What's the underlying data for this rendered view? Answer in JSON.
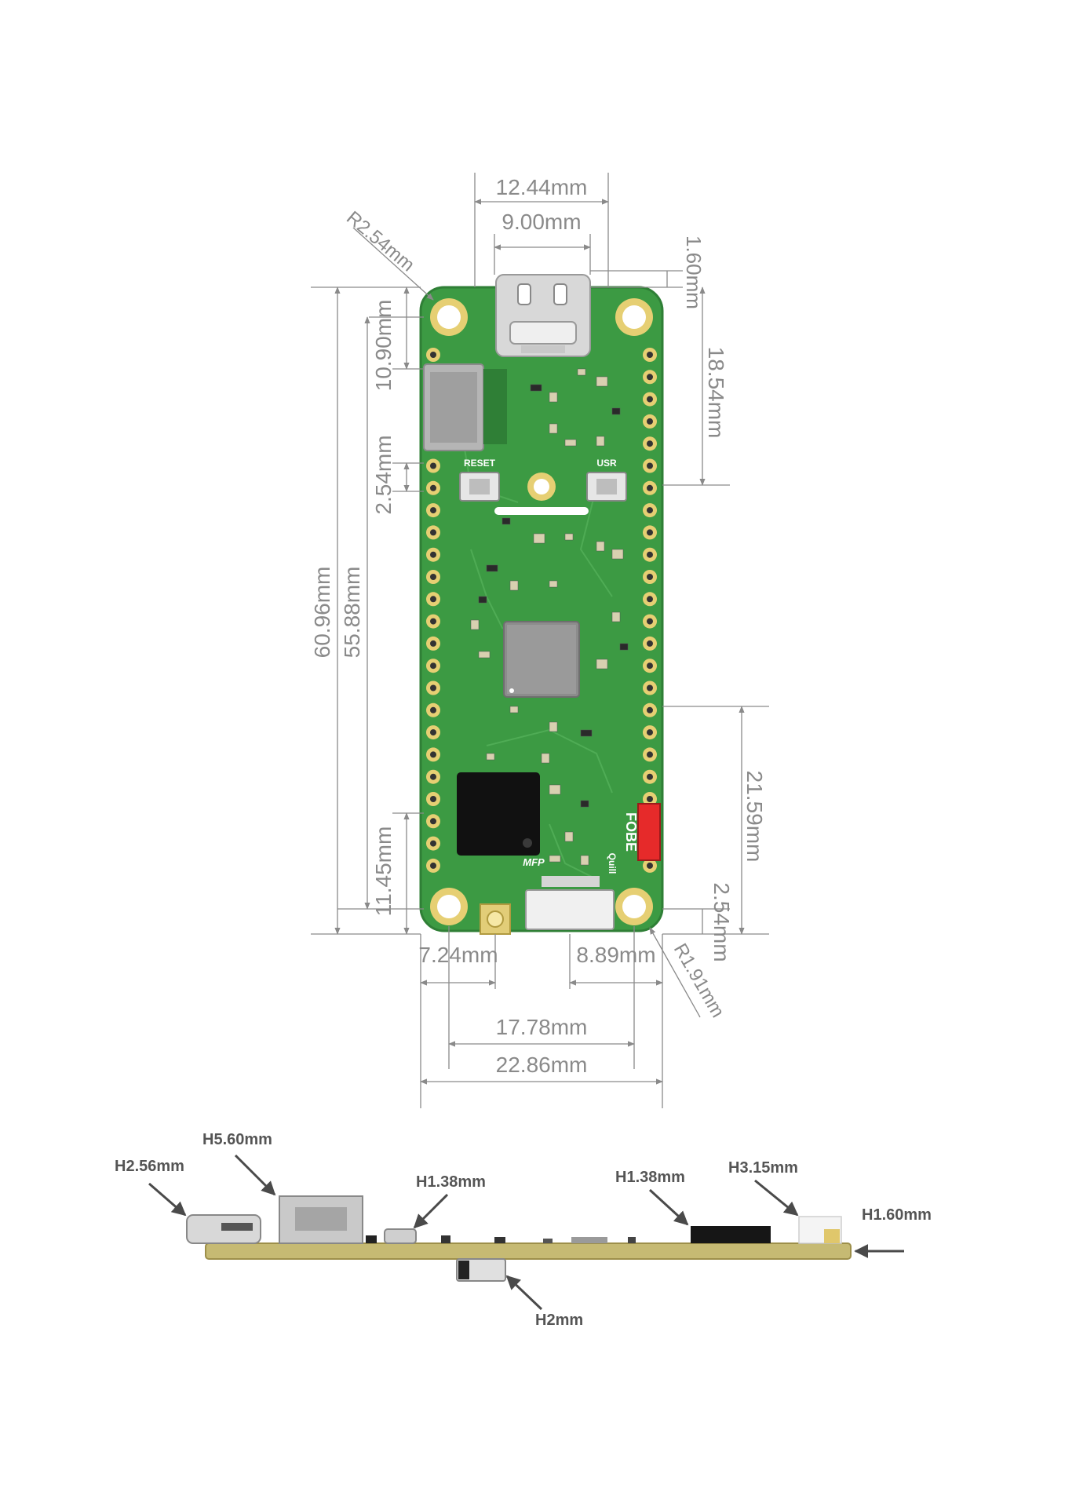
{
  "top_view": {
    "labels": {
      "width_outer": "12.44mm",
      "width_inner": "9.00mm",
      "overhang": "1.60mm",
      "corner_radius_top": "R2.54mm",
      "height_total": "60.96mm",
      "height_holes": "55.88mm",
      "battery_offset": "10.90mm",
      "pitch_left": "2.54mm",
      "right_upper": "18.54mm",
      "right_lower": "21.59mm",
      "pitch_right": "2.54mm",
      "bottom_left": "11.45mm",
      "corner_radius_bottom": "R1.91mm",
      "antenna_offset": "7.24mm",
      "connector_offset": "8.89mm",
      "hole_spacing": "17.78mm",
      "board_width": "22.86mm"
    },
    "silkscreen": {
      "reset": "RESET",
      "usr": "USR",
      "mfp": "MFP",
      "brand": "FOBE",
      "model": "Quill"
    }
  },
  "side_view": {
    "labels": {
      "h_switch": "H2.56mm",
      "h_usb": "H5.60mm",
      "h_button": "H1.38mm",
      "h_chip": "H1.38mm",
      "h_connector": "H3.15mm",
      "h_pcb": "H1.60mm",
      "h_bottom": "H2mm"
    }
  },
  "colors": {
    "pcb": "#3c9a43",
    "pcb_edge": "#2f7f36",
    "dim_line": "#8a8a8a",
    "gold": "#d6c06a",
    "arrow": "#4a4a4a"
  }
}
